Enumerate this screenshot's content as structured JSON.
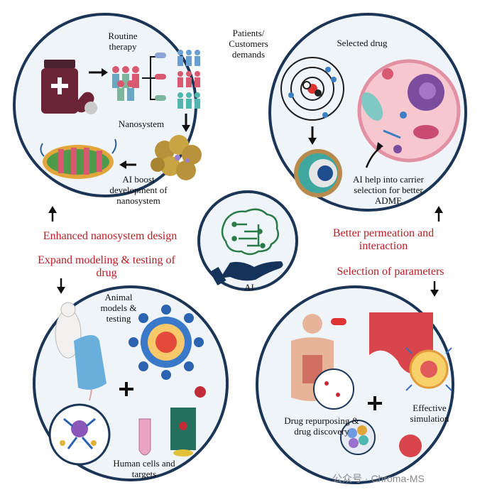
{
  "panel_tl": {
    "routine_therapy": "Routine therapy",
    "patients_demands": "Patients/ Customers demands",
    "nanosystem": "Nanosystem",
    "ai_boost": "AI boost development of nanosystem"
  },
  "panel_tr": {
    "selected_drug": "Selected drug",
    "ai_help": "AI help into carrier selection for better ADME"
  },
  "panel_center": {
    "ai_label": "AI"
  },
  "panel_bl": {
    "animal_models": "Animal models & testing",
    "human_cells": "Human cells and targets"
  },
  "panel_br": {
    "drug_repurposing": "Drug repurposing & drug discovery",
    "effective_simulation": "Effective simulation"
  },
  "captions": {
    "enhanced": "Enhanced nanosystem design",
    "better_perm": "Better permeation and interaction",
    "expand": "Expand modeling & testing of drug",
    "selection": "Selection of parameters"
  },
  "watermark": "公众号 · Chroma-MS"
}
